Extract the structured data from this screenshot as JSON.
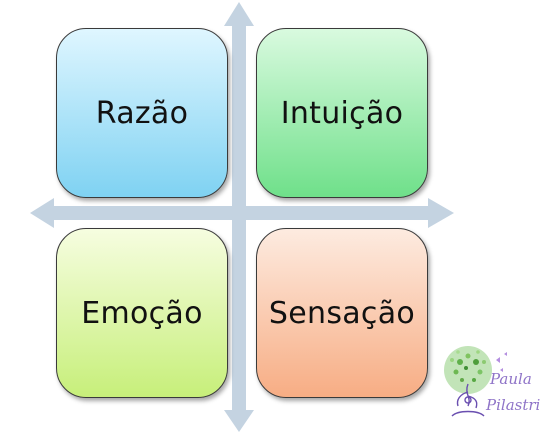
{
  "quadrants": {
    "top_left": {
      "label": "Razão",
      "gradient_top": "#dff6ff",
      "gradient_bottom": "#7fd2f2"
    },
    "top_right": {
      "label": "Intuição",
      "gradient_top": "#d9fadf",
      "gradient_bottom": "#6fe08a"
    },
    "bottom_left": {
      "label": "Emoção",
      "gradient_top": "#f6fde0",
      "gradient_bottom": "#c7ef7a"
    },
    "bottom_right": {
      "label": "Sensação",
      "gradient_top": "#fdebe0",
      "gradient_bottom": "#f7ad84"
    }
  },
  "axes": {
    "color": "#c4d3e1"
  },
  "logo": {
    "line1": "Paula",
    "line2": "Pilastri",
    "color": "#8f74c8"
  }
}
